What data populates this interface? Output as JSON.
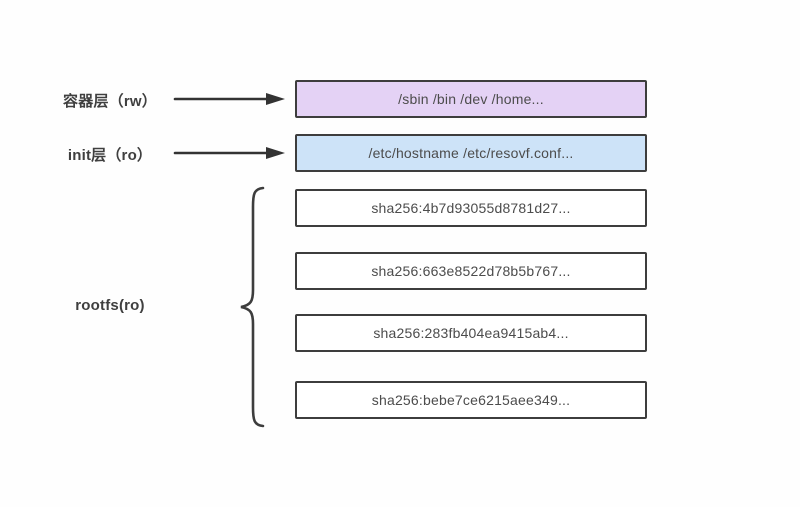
{
  "diagram": {
    "title_hint": "container filesystem layers",
    "container_layer": {
      "label": "容器层（rw）",
      "box_text": "/sbin /bin /dev /home..."
    },
    "init_layer": {
      "label": "init层（ro）",
      "box_text": "/etc/hostname /etc/resovf.conf..."
    },
    "rootfs": {
      "label": "rootfs(ro)",
      "layers": [
        "sha256:4b7d93055d8781d27...",
        "sha256:663e8522d78b5b767...",
        "sha256:283fb404ea9415ab4...",
        "sha256:bebe7ce6215aee349..."
      ]
    },
    "colors": {
      "container_layer_fill": "#e4d2f5",
      "init_layer_fill": "#cde3f8",
      "rootfs_layer_fill": "#ffffff",
      "border": "#3d3d3d",
      "arrow": "#333333",
      "text": "#4c4c4c",
      "background": "#fefefe"
    }
  }
}
